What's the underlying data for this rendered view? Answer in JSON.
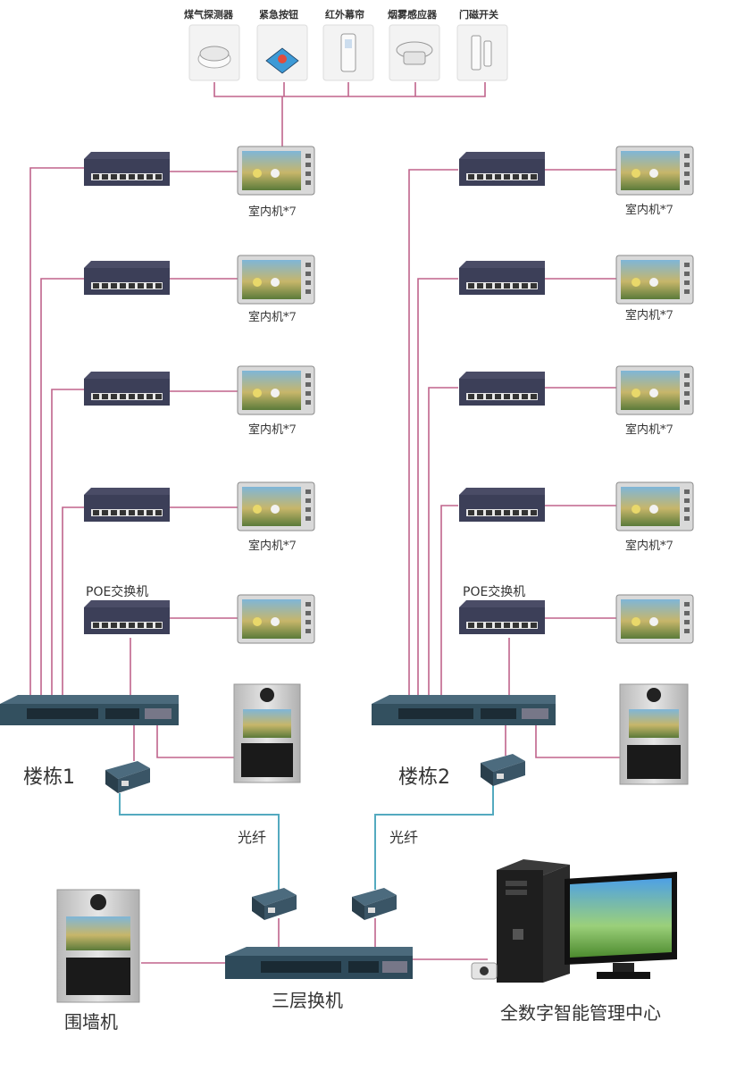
{
  "sensors": {
    "labels": [
      "煤气探测器",
      "紧急按钮",
      "红外幕帘",
      "烟雾感应器",
      "门磁开关"
    ],
    "icons": [
      "gas-detector-icon",
      "emergency-button-icon",
      "infrared-curtain-icon",
      "smoke-detector-icon",
      "door-magnet-icon"
    ]
  },
  "building1": {
    "label": "楼栋1",
    "poe_label": "POE交换机",
    "monitor_labels": [
      "室内机*7",
      "室内机*7",
      "室内机*7",
      "室内机*7",
      ""
    ]
  },
  "building2": {
    "label": "楼栋2",
    "poe_label": "POE交换机",
    "monitor_labels": [
      "室内机*7",
      "室内机*7",
      "室内机*7",
      "室内机*7",
      ""
    ]
  },
  "fiber": {
    "left": "光纤",
    "right": "光纤"
  },
  "core": {
    "switch_label": "三层换机",
    "wall_unit_label": "围墙机",
    "center_label": "全数字智能管理中心"
  },
  "colors": {
    "ethernet": "#c0648c",
    "fiber": "#54aabf",
    "switch_body": "#3c3f58",
    "core_switch": "#2e4a5a"
  }
}
